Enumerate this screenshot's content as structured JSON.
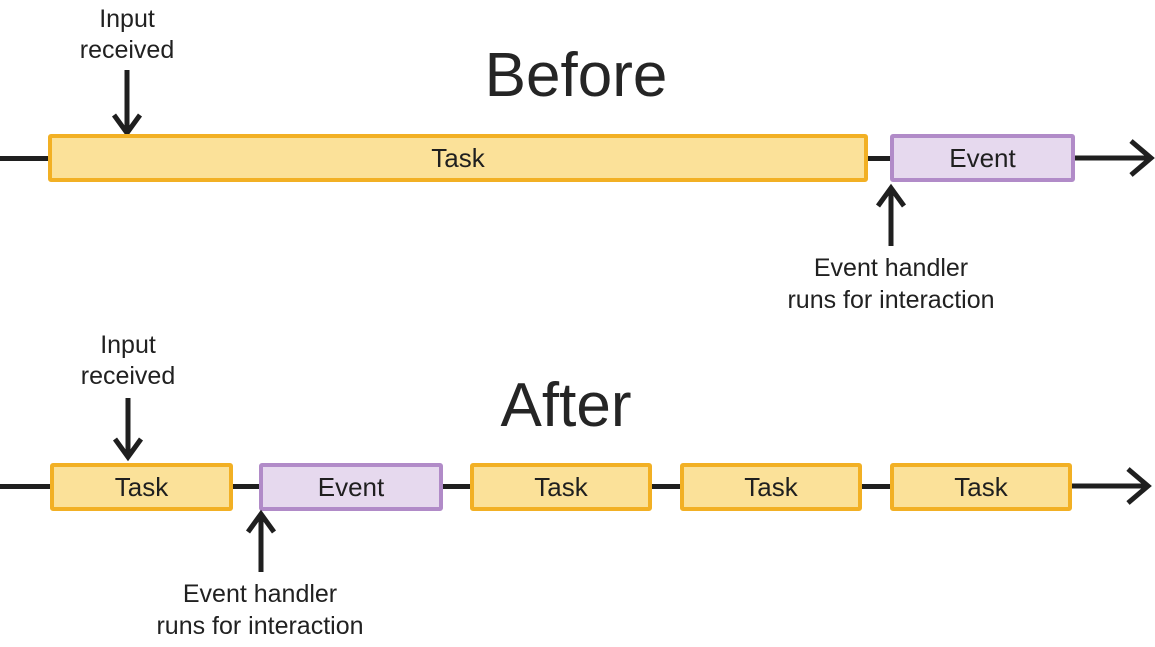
{
  "diagram": {
    "colors": {
      "task_fill": "#FBE199",
      "task_border": "#F2B024",
      "event_fill": "#E6D9EE",
      "event_border": "#B18BC8",
      "ink": "#1F1F1F"
    },
    "before": {
      "title": "Before",
      "input_annotation": {
        "line1": "Input",
        "line2": "received"
      },
      "handler_annotation": {
        "line1": "Event handler",
        "line2": "runs for interaction"
      },
      "bars": [
        {
          "label": "Task",
          "kind": "task"
        },
        {
          "label": "Event",
          "kind": "event"
        }
      ]
    },
    "after": {
      "title": "After",
      "input_annotation": {
        "line1": "Input",
        "line2": "received"
      },
      "handler_annotation": {
        "line1": "Event handler",
        "line2": "runs for interaction"
      },
      "bars": [
        {
          "label": "Task",
          "kind": "task"
        },
        {
          "label": "Event",
          "kind": "event"
        },
        {
          "label": "Task",
          "kind": "task"
        },
        {
          "label": "Task",
          "kind": "task"
        },
        {
          "label": "Task",
          "kind": "task"
        }
      ]
    }
  }
}
